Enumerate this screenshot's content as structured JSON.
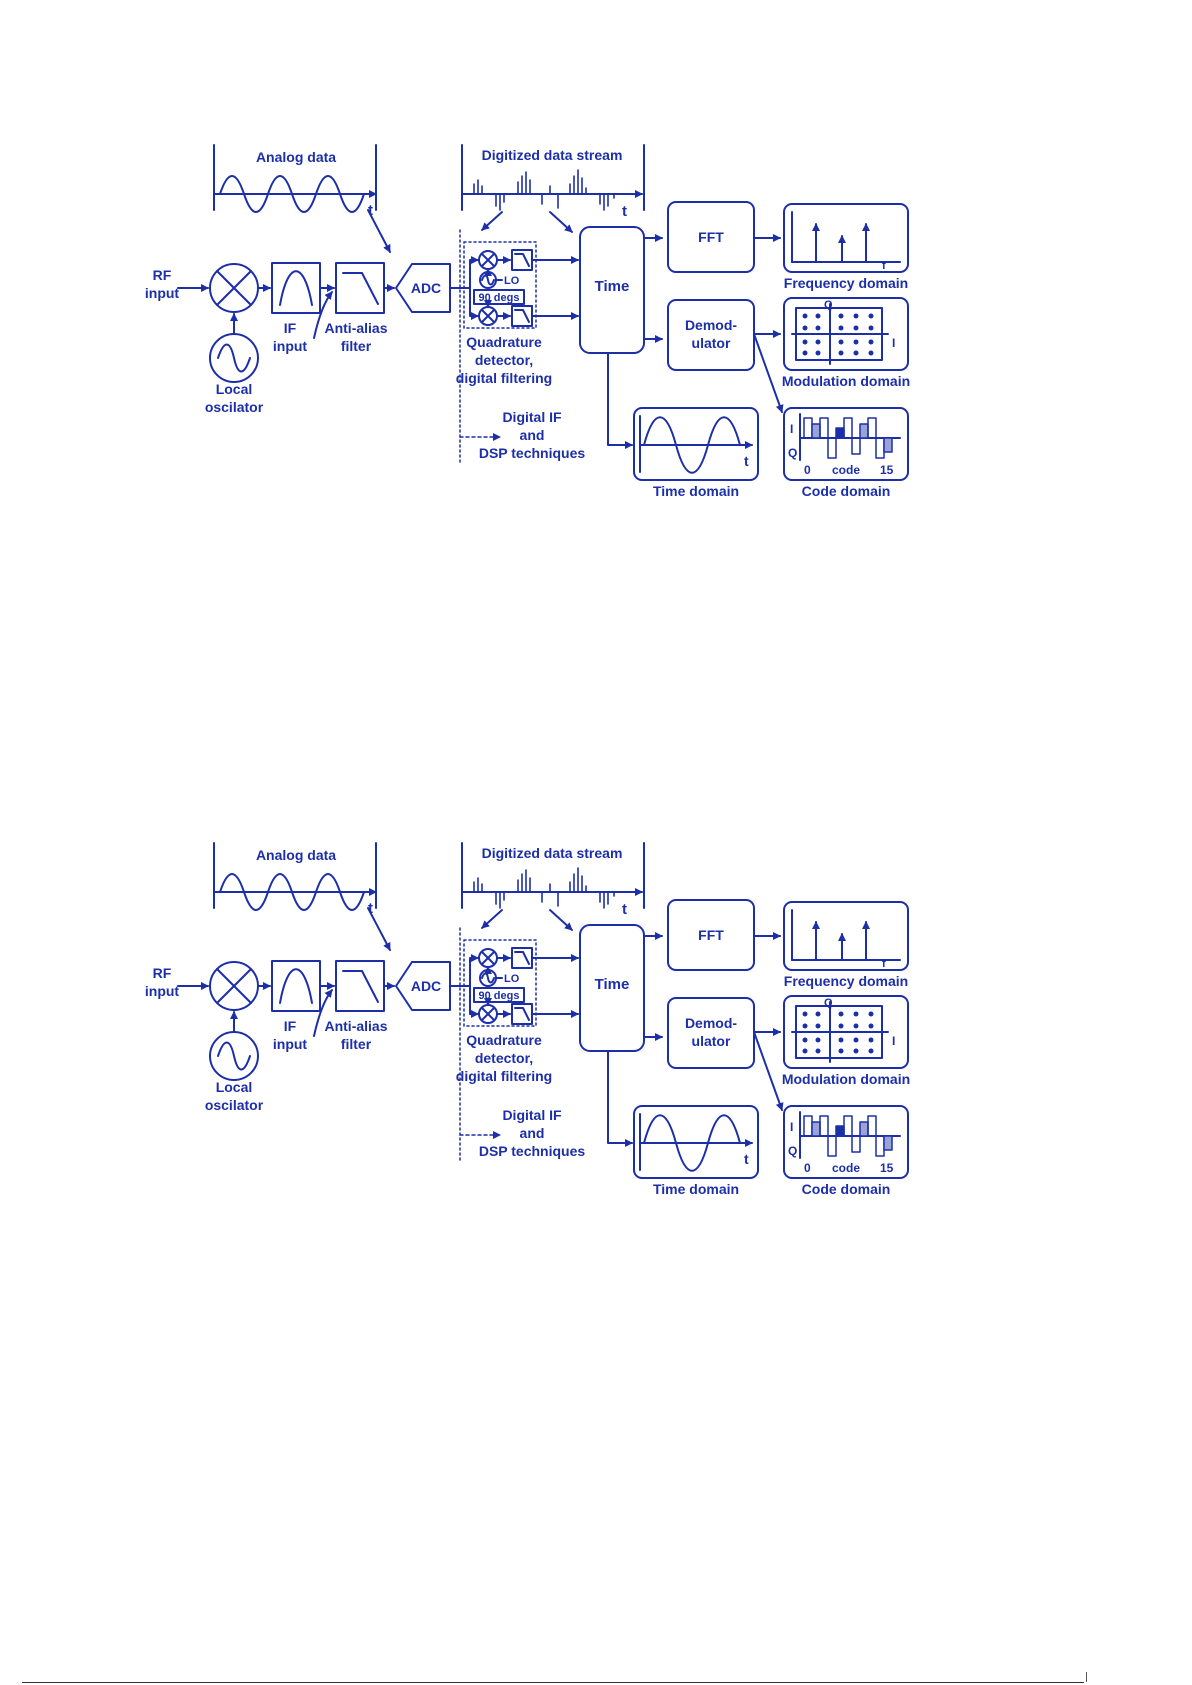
{
  "figures": [
    {
      "labels": {
        "analog_data": "Analog data",
        "digitized_stream": "Digitized data stream",
        "rf_input_1": "RF",
        "rf_input_2": "input",
        "if_input_1": "IF",
        "if_input_2": "input",
        "anti_alias_1": "Anti-alias",
        "anti_alias_2": "filter",
        "local_osc_1": "Local",
        "local_osc_2": "oscilator",
        "adc": "ADC",
        "lo": "LO",
        "phase_shift": "90 degs",
        "quad_1": "Quadrature",
        "quad_2": "detector,",
        "quad_3": "digital filtering",
        "digital_if_1": "Digital IF",
        "digital_if_2": "and",
        "digital_if_3": "DSP techniques",
        "time": "Time",
        "fft": "FFT",
        "demod_1": "Demod-",
        "demod_2": "ulator",
        "frequency_domain": "Frequency domain",
        "modulation_domain": "Modulation domain",
        "time_domain": "Time domain",
        "code_domain": "Code domain",
        "t_axis": "t",
        "f_axis": "f",
        "q_axis": "Q",
        "i_axis": "I",
        "code_i": "I",
        "code_q": "Q",
        "code_0": "0",
        "code_label": "code",
        "code_15": "15"
      }
    },
    {
      "labels": {
        "analog_data": "Analog data",
        "digitized_stream": "Digitized data stream",
        "rf_input_1": "RF",
        "rf_input_2": "input",
        "if_input_1": "IF",
        "if_input_2": "input",
        "anti_alias_1": "Anti-alias",
        "anti_alias_2": "filter",
        "local_osc_1": "Local",
        "local_osc_2": "oscilator",
        "adc": "ADC",
        "lo": "LO",
        "phase_shift": "90 degs",
        "quad_1": "Quadrature",
        "quad_2": "detector,",
        "quad_3": "digital filtering",
        "digital_if_1": "Digital IF",
        "digital_if_2": "and",
        "digital_if_3": "DSP techniques",
        "time": "Time",
        "fft": "FFT",
        "demod_1": "Demod-",
        "demod_2": "ulator",
        "frequency_domain": "Frequency domain",
        "modulation_domain": "Modulation domain",
        "time_domain": "Time domain",
        "code_domain": "Code domain",
        "t_axis": "t",
        "f_axis": "f",
        "q_axis": "Q",
        "i_axis": "I",
        "code_i": "I",
        "code_q": "Q",
        "code_0": "0",
        "code_label": "code",
        "code_15": "15"
      }
    }
  ],
  "colors": {
    "ink": "#1c2fa8",
    "fill": "#9aa3d6",
    "background": "#ffffff"
  }
}
